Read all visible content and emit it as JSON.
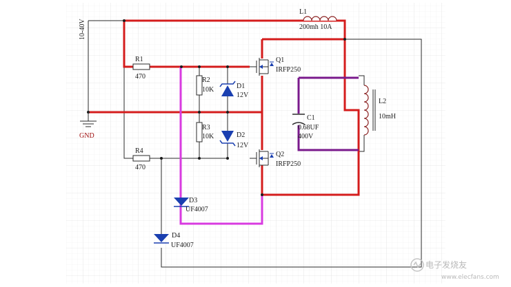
{
  "supply_label": "10-40V",
  "gnd_label": "GND",
  "components": {
    "L1": {
      "ref": "L1",
      "value": "200mh 10A"
    },
    "R1": {
      "ref": "R1",
      "value": "470"
    },
    "R2": {
      "ref": "R2",
      "value": "10K"
    },
    "R3": {
      "ref": "R3",
      "value": "10K"
    },
    "R4": {
      "ref": "R4",
      "value": "470"
    },
    "D1": {
      "ref": "D1",
      "value": "12V"
    },
    "D2": {
      "ref": "D2",
      "value": "12V"
    },
    "D3": {
      "ref": "D3",
      "value": "UF4007"
    },
    "D4": {
      "ref": "D4",
      "value": "UF4007"
    },
    "Q1": {
      "ref": "Q1",
      "value": "IRFP250"
    },
    "Q2": {
      "ref": "Q2",
      "value": "IRFP250"
    },
    "C1": {
      "ref": "C1",
      "value1": "0.68UF",
      "value2": "400V"
    },
    "L2": {
      "ref": "L2",
      "value": "10mH"
    }
  },
  "watermark": "电子发烧友",
  "watermark_url": "www.elecfans.com",
  "colors": {
    "wire": "#2a2a2a",
    "power_path": "#d41c1c",
    "feedback_path": "#d83ae0",
    "tank_path": "#7a1a8c",
    "grid_minor": "#eeeeee",
    "grid_major": "#e0e0e0"
  }
}
